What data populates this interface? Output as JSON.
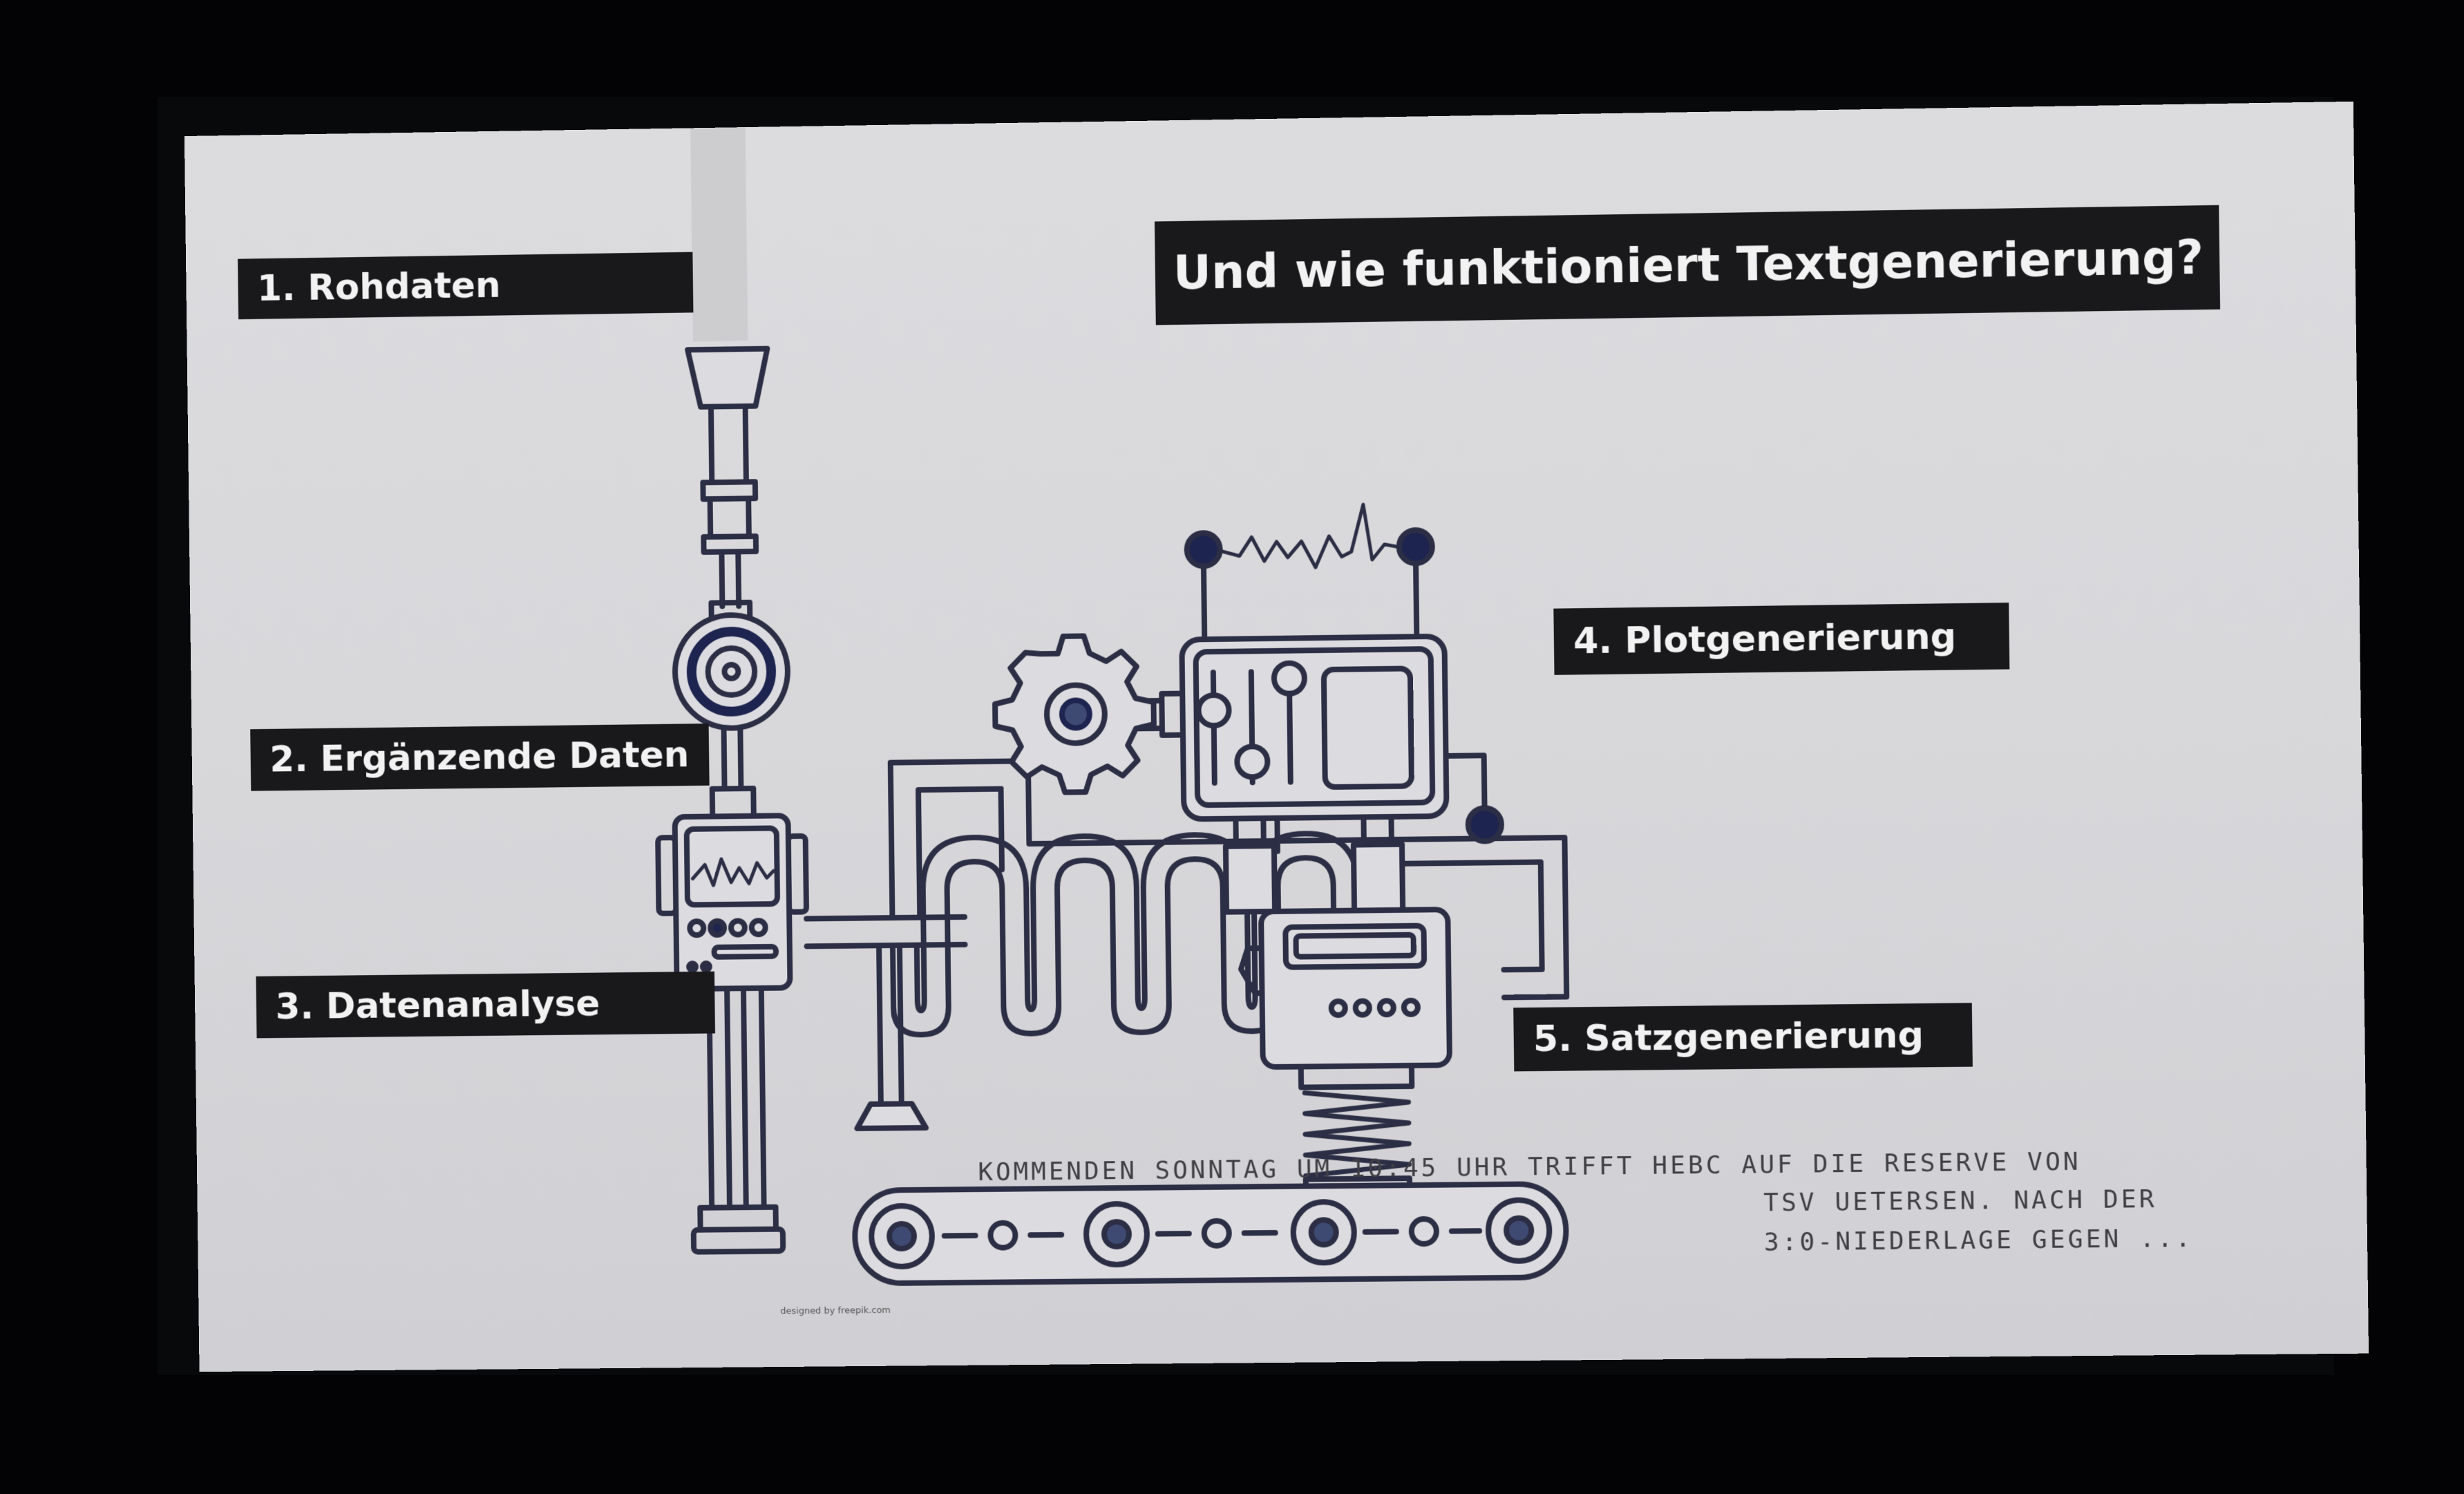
{
  "slide": {
    "title": "Und wie funktioniert Textgenerierung?",
    "steps": [
      "1. Rohdaten",
      "2. Ergänzende Daten",
      "3. Datenanalyse",
      "4. Plotgenerierung",
      "5. Satzgenerierung"
    ],
    "ticker_lines": [
      "KOMMENDEN SONNTAG UM 10:45 UHR TRIFFT HEBC AUF DIE RESERVE VON",
      "TSV UETERSEN. NACH DER",
      "3:0-NIEDERLAGE GEGEN ..."
    ],
    "credit": "designed by freepik.com"
  },
  "colors": {
    "label_background": "#19191c",
    "label_text": "#f2f2f2",
    "line_art": "#2b2e44",
    "accent_node": "#1e2450",
    "slide_background": "#dadadd"
  }
}
